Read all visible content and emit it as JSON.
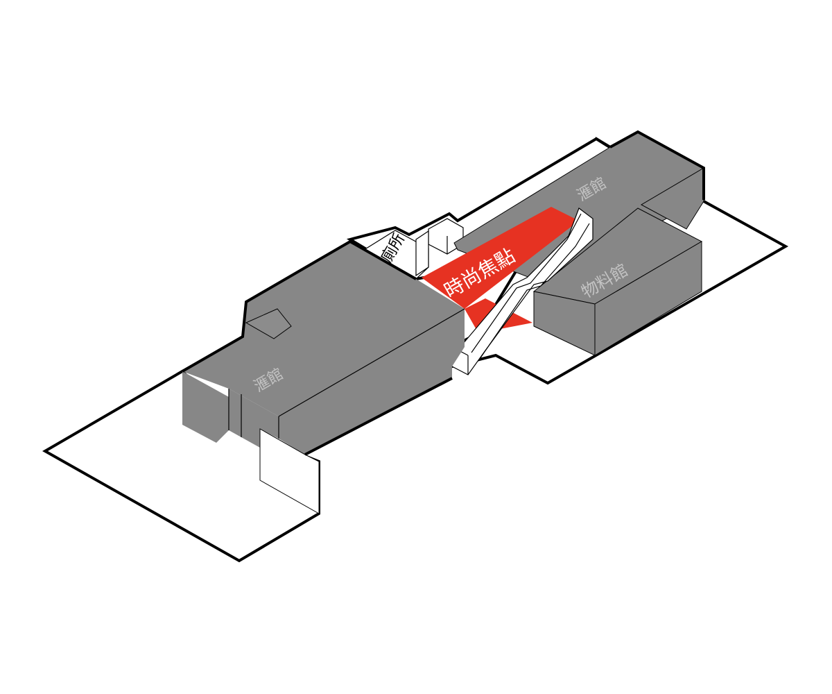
{
  "colors": {
    "building": "#878787",
    "highlight": "#e63222",
    "floor": "#ffffff",
    "outline": "#000000",
    "label": "#c3c3c3",
    "highlight_text": "#ffffff"
  },
  "labels": {
    "hall_west": "滙館",
    "hall_east": "滙館",
    "hall_materials": "物料館",
    "toilet": "廁所",
    "highlight_zone": "時尚焦點"
  }
}
